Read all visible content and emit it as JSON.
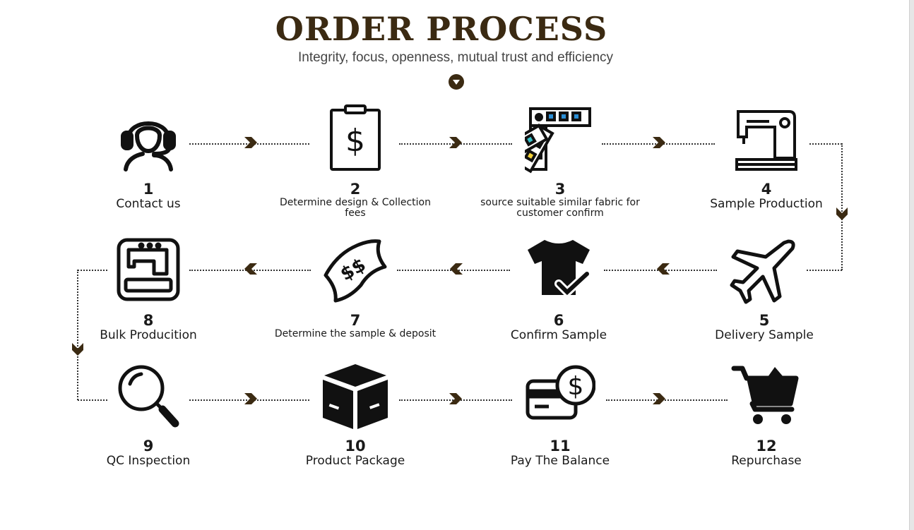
{
  "header": {
    "title": "ORDER PROCESS",
    "subtitle": "Integrity, focus, openness, mutual trust and efficiency"
  },
  "colors": {
    "accent": "#3b2a12",
    "text": "#1a1a1a",
    "connector": "#333333"
  },
  "steps": [
    {
      "num": "1",
      "label": "Contact us",
      "label2": "",
      "icon": "headset-support-icon"
    },
    {
      "num": "2",
      "label": "Determine design",
      "label2": "& Collection fees",
      "icon": "clipboard-dollar-icon"
    },
    {
      "num": "3",
      "label": "source suitable similar fabric",
      "label2": "for customer confirm",
      "icon": "fabric-swatch-icon"
    },
    {
      "num": "4",
      "label": "Sample Production",
      "label2": "",
      "icon": "sewing-machine-icon"
    },
    {
      "num": "5",
      "label": "Delivery Sample",
      "label2": "",
      "icon": "airplane-icon"
    },
    {
      "num": "6",
      "label": "Confirm Sample",
      "label2": "",
      "icon": "tshirt-check-icon"
    },
    {
      "num": "7",
      "label": "Determine the sample",
      "label2": "& deposit",
      "icon": "banknote-icon"
    },
    {
      "num": "8",
      "label": "Bulk Producition",
      "label2": "",
      "icon": "industrial-sewing-machine-icon"
    },
    {
      "num": "9",
      "label": "QC Inspection",
      "label2": "",
      "icon": "magnifier-icon"
    },
    {
      "num": "10",
      "label": "Product Package",
      "label2": "",
      "icon": "package-box-icon"
    },
    {
      "num": "11",
      "label": "Pay The Balance",
      "label2": "",
      "icon": "card-dollar-icon"
    },
    {
      "num": "12",
      "label": "Repurchase",
      "label2": "",
      "icon": "shopping-cart-icon"
    }
  ]
}
